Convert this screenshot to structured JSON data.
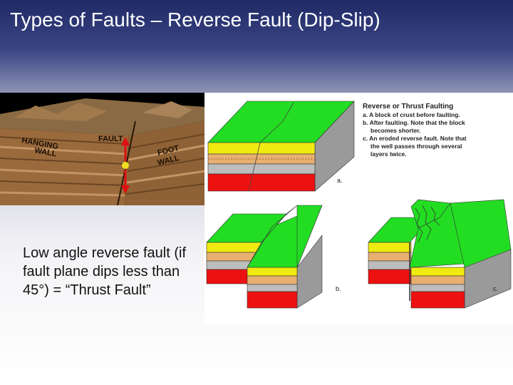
{
  "slide": {
    "title": "Types of Faults – Reverse Fault (Dip-Slip)",
    "body_text": "Low angle reverse fault (if fault plane dips less than 45°) = “Thrust Fault”"
  },
  "block_figure": {
    "labels": {
      "hanging_wall": [
        "HANGING",
        "WALL"
      ],
      "fault": "FAULT",
      "foot_wall": [
        "FOOT",
        "WALL"
      ]
    }
  },
  "diagram_panel": {
    "caption_title": "Reverse or Thrust Faulting",
    "caption_lines": [
      "a. A block of crust before faulting.",
      "b. After faulting. Note that the block",
      "becomes shorter.",
      "c. An eroded reverse fault. Note that",
      "the well passes through several",
      "layers twice."
    ],
    "label_a": "a.",
    "label_b": "b.",
    "label_c": "c."
  },
  "colors": {
    "green": "#22dd22",
    "yellow": "#f0ea10",
    "orange": "#e8b070",
    "gray": "#bdbdbd",
    "red": "#ee1111",
    "earth_brown": "#9a6a3c"
  }
}
